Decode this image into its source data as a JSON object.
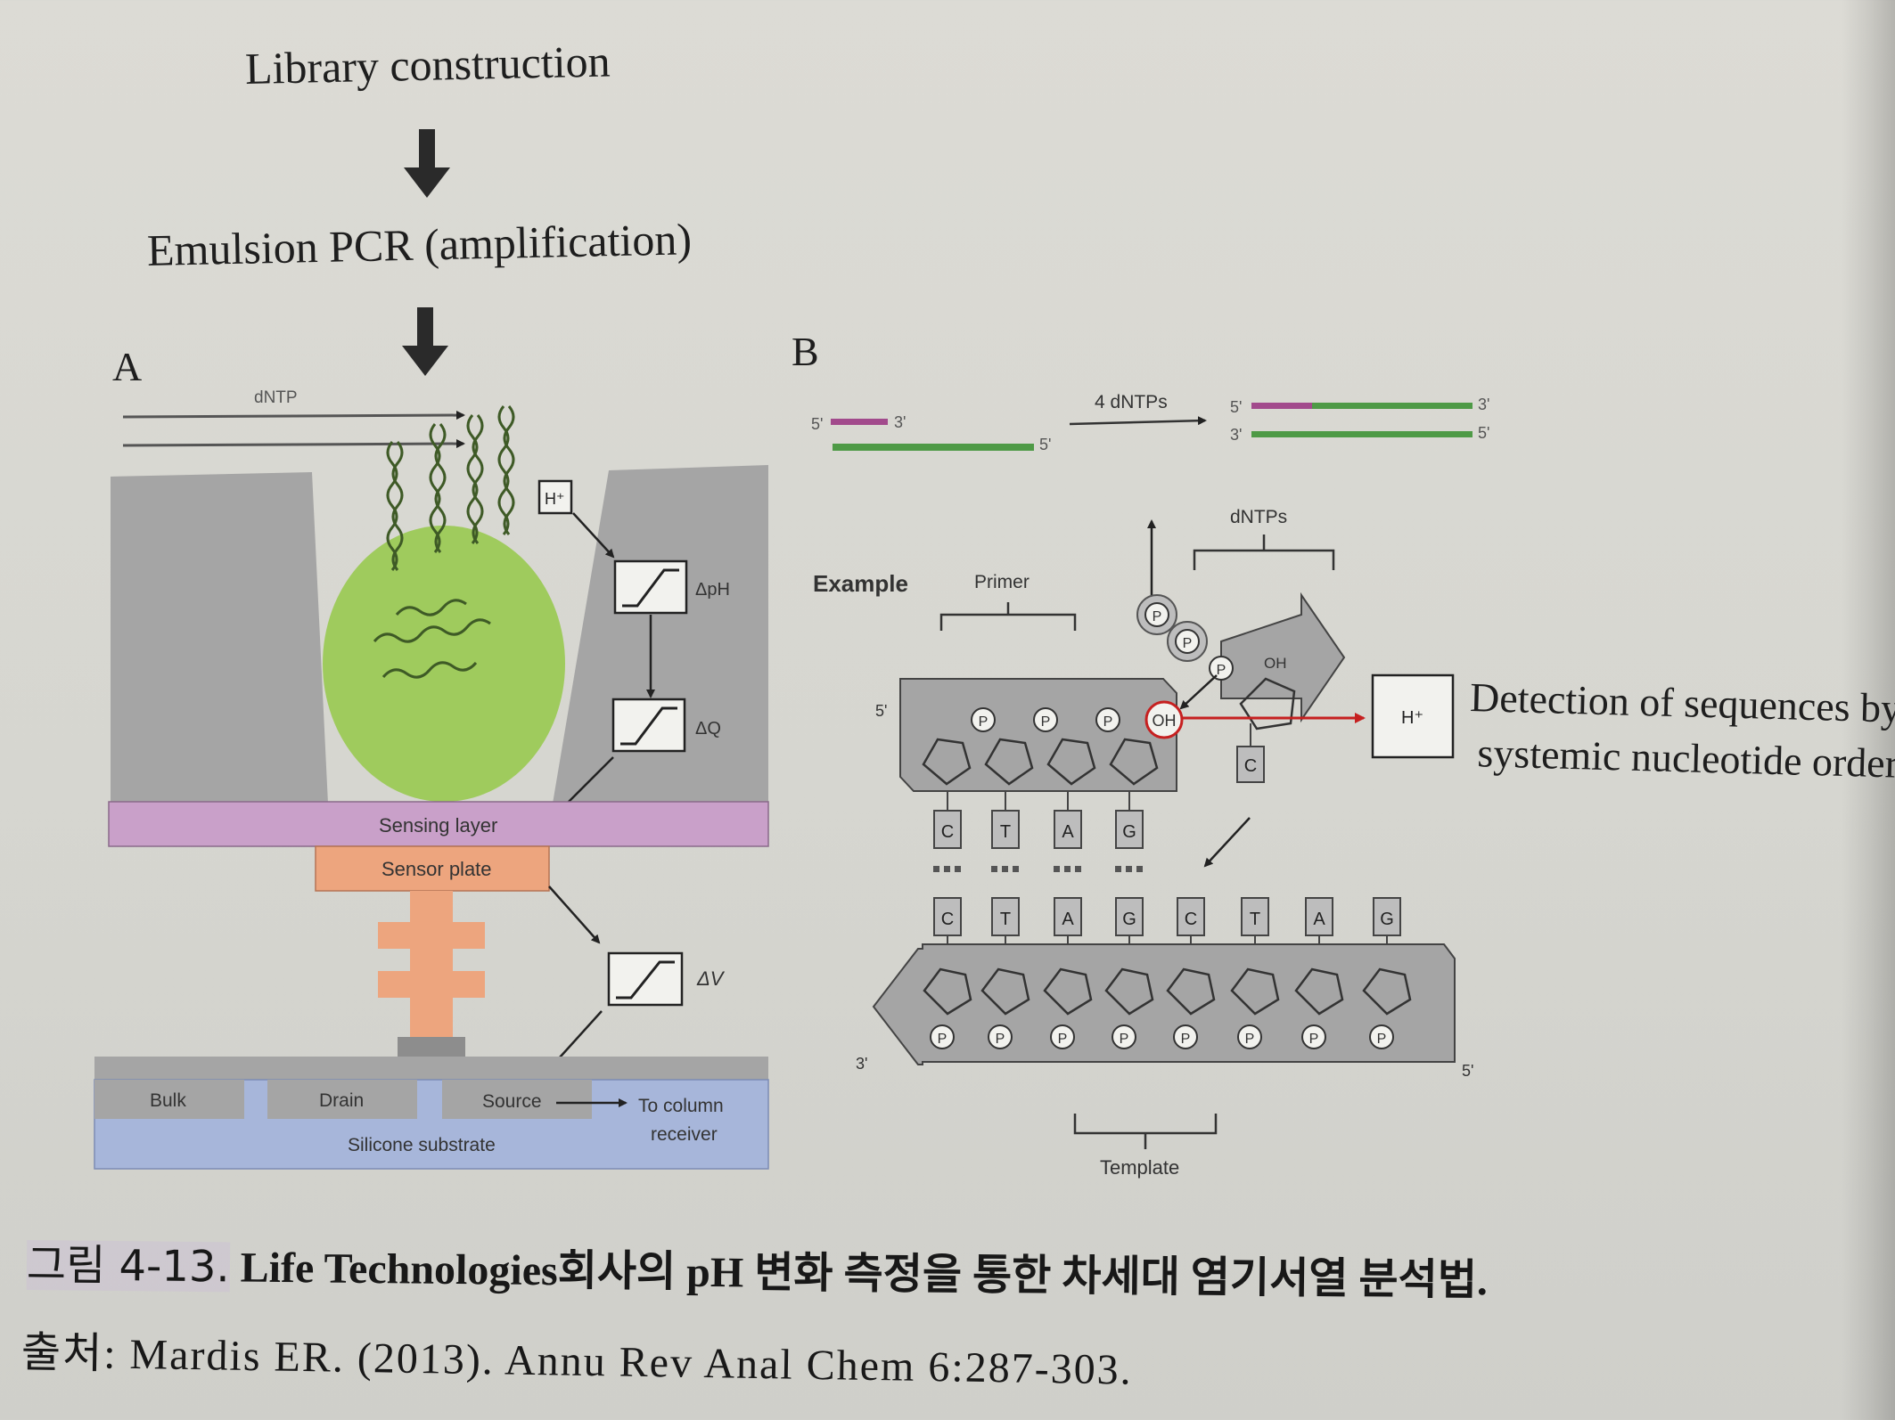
{
  "flow": {
    "step1": "Library construction",
    "step2": "Emulsion PCR (amplification)"
  },
  "panel_a": {
    "letter": "A",
    "dntp": "dNTP",
    "h_plus": "H⁺",
    "delta_ph": "ΔpH",
    "delta_q": "ΔQ",
    "delta_v": "ΔV",
    "sensing_layer": "Sensing layer",
    "sensor_plate": "Sensor plate",
    "bulk": "Bulk",
    "drain": "Drain",
    "source": "Source",
    "to_column_1": "To column",
    "to_column_2": "receiver",
    "substrate": "Silicone substrate"
  },
  "panel_b": {
    "letter": "B",
    "five_prime": "5'",
    "three_prime": "3'",
    "four_dntps": "4 dNTPs",
    "dntps": "dNTPs",
    "example": "Example",
    "primer": "Primer",
    "p": "P",
    "oh": "OH",
    "h_plus": "H⁺",
    "incoming_base": "C",
    "primer_bases": [
      "C",
      "T",
      "A",
      "G"
    ],
    "template_bases": [
      "C",
      "T",
      "A",
      "G",
      "C",
      "T",
      "A",
      "G"
    ],
    "template": "Template",
    "detection_1": "Detection of sequences by",
    "detection_2": "systemic nucleotide order"
  },
  "caption": {
    "tag": "그림 4-13.",
    "text": "Life Technologies회사의 pH 변화 측정을 통한 차세대 염기서열 분석법."
  },
  "source": "출처: Mardis ER. (2013). Annu Rev Anal Chem 6:287-303.",
  "colors": {
    "bead": "#9fcb5d",
    "sensing_layer": "#c9a0c9",
    "sensor_plate": "#eda57e",
    "substrate": "#a7b6da",
    "wall": "#a5a5a5",
    "primer_strand": "#a24a8c",
    "template_strand": "#4e9a46",
    "reaction_line": "#c62020"
  }
}
